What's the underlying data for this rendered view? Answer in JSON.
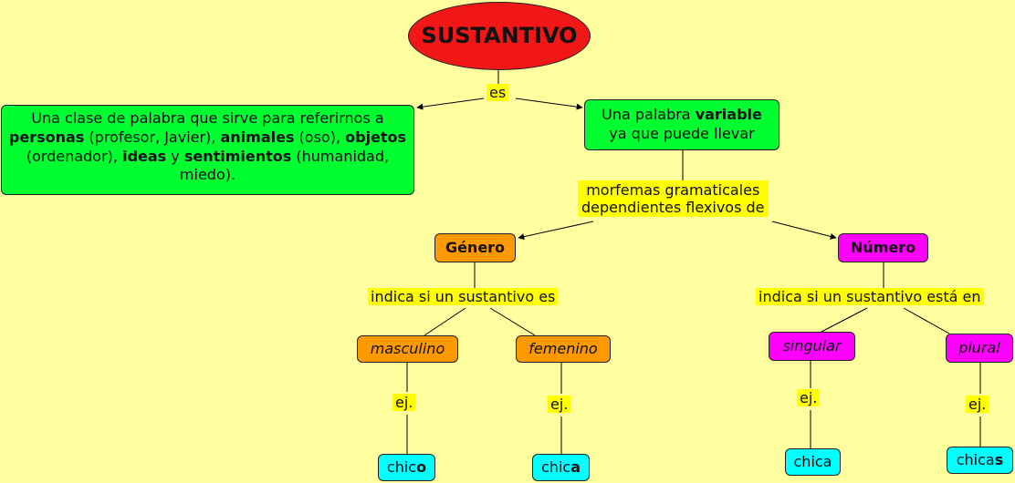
{
  "colors": {
    "background": "#ffff9f",
    "title_fill": "#f11717",
    "green": "#00ff30",
    "orange": "#ff9900",
    "magenta": "#ff00ff",
    "cyan": "#00ffff",
    "link_label": "#ffff00"
  },
  "nodes": {
    "title": "SUSTANTIVO",
    "definition": {
      "t1": "Una clase de palabra que sirve para referirnos a ",
      "k1": "personas",
      "t2": " (profesor, Javier), ",
      "k2": "animales",
      "t3": " (oso), ",
      "k3": "objetos",
      "t4": " (ordenador), ",
      "k4": "ideas",
      "t5": " y ",
      "k5": "sentimientos",
      "t6": " (humanidad, miedo)."
    },
    "variable": {
      "t1": "Una palabra ",
      "k1": "variable",
      "t2": "ya que puede llevar"
    },
    "genero": "Género",
    "numero": "Número",
    "masculino": "masculino",
    "femenino": "femenino",
    "singular": "singular",
    "plural": "plural",
    "chico": {
      "stem": "chic",
      "ending": "o"
    },
    "chica_f": {
      "stem": "chic",
      "ending": "a"
    },
    "chica_s": "chica",
    "chicas": {
      "stem": "chica",
      "ending": "s"
    }
  },
  "labels": {
    "es": "es",
    "morfemas_1": "morfemas gramaticales",
    "morfemas_2": "dependientes flexivos de",
    "indica_genero": "indica si un sustantivo es",
    "indica_numero": "indica si un sustantivo está en",
    "ej_1": "ej.",
    "ej_2": "ej.",
    "ej_3": "ej.",
    "ej_4": "ej."
  }
}
